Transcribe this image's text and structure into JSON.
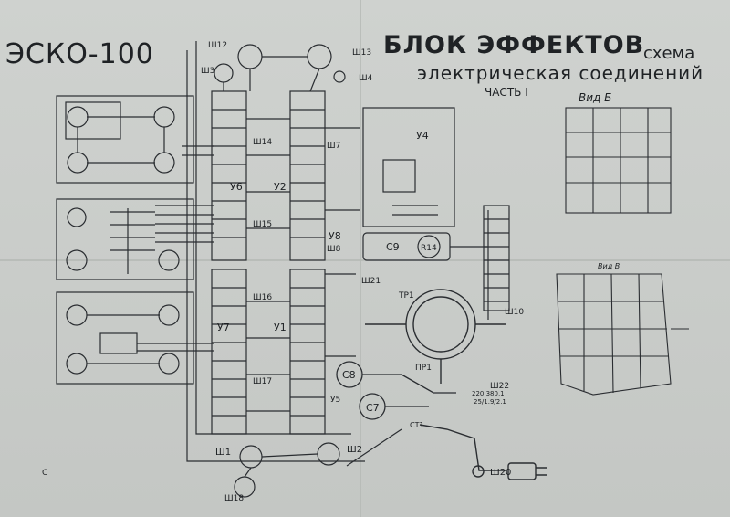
{
  "title": {
    "model": "ЭСКО-100",
    "main": "БЛОК ЭФФЕКТОВ",
    "word1": "схема",
    "line2": "электрическая соединений",
    "part": "ЧАСТЬ I"
  },
  "blocks": [
    "У6",
    "У2",
    "У4",
    "У8",
    "У7",
    "У1",
    "У5"
  ],
  "connectors": [
    "Ш1",
    "Ш2",
    "Ш3",
    "Ш4",
    "Ш7",
    "Ш8",
    "Ш10",
    "Ш12",
    "Ш13",
    "Ш14",
    "Ш15",
    "Ш16",
    "Ш17",
    "Ш18",
    "Ш20",
    "Ш21",
    "Ш22"
  ],
  "components": [
    "С7",
    "С8",
    "С9",
    "R14",
    "ТР1",
    "ПР1",
    "СТ1"
  ],
  "views": [
    "Вид Б",
    "Вид В"
  ],
  "labels": {
    "power1": "220,380,1",
    "power2": "25/1.9/2.1",
    "corner": "С"
  },
  "colors": {
    "paper": "#c9ccc9",
    "ink": "#24272b"
  }
}
